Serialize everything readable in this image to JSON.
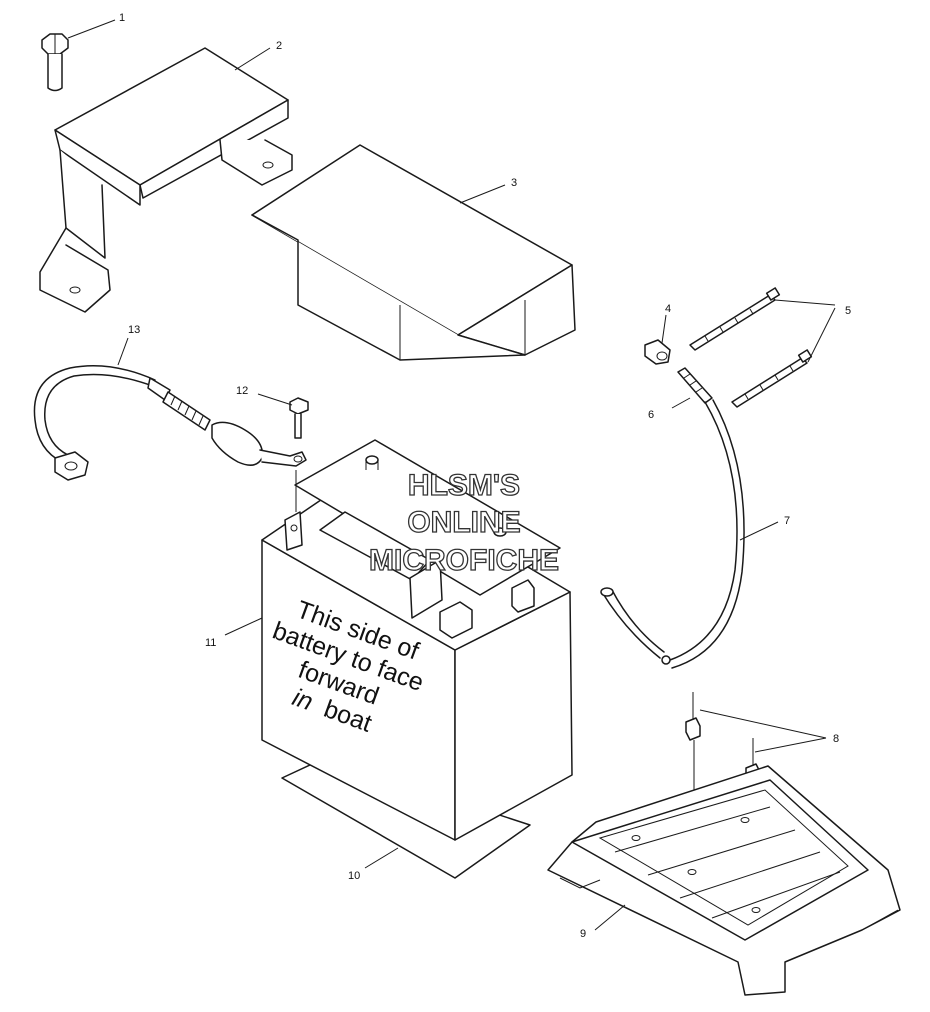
{
  "diagram": {
    "callouts": {
      "c1": "1",
      "c2": "2",
      "c3": "3",
      "c4": "4",
      "c5": "5",
      "c6": "6",
      "c7": "7",
      "c8": "8",
      "c9": "9",
      "c10": "10",
      "c11": "11",
      "c12": "12",
      "c13": "13"
    },
    "battery_label": {
      "line1": "This side of",
      "line2": "battery to face",
      "line3": "forward",
      "line4_italic": "in",
      "line4_rest": "boat"
    },
    "watermark": {
      "line1": "HLSM'S",
      "line2": "ONLINE",
      "line3": "MICROFICHE"
    }
  }
}
